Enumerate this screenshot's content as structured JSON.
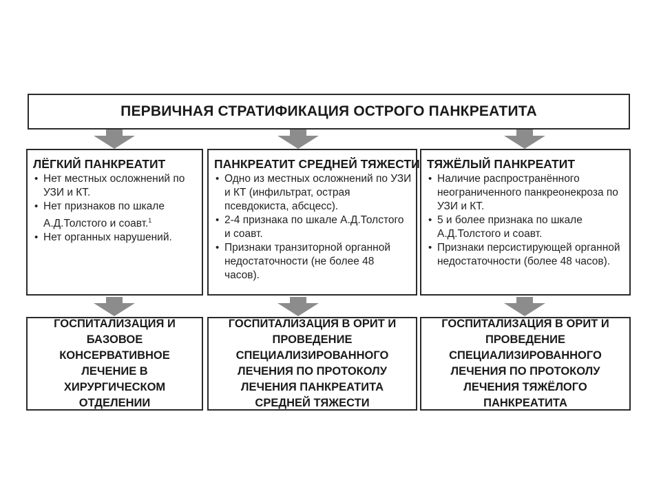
{
  "title": "ПЕРВИЧНАЯ СТРАТИФИКАЦИЯ ОСТРОГО ПАНКРЕАТИТА",
  "columns": [
    {
      "heading": "ЛЁГКИЙ ПАНКРЕАТИТ",
      "items": [
        "Нет местных осложнений по УЗИ и КТ.",
        "Нет признаков по шкале А.Д.Толстого и соавт.",
        "Нет органных нарушений."
      ],
      "footnote_mark": "1"
    },
    {
      "heading": "ПАНКРЕАТИТ СРЕДНЕЙ ТЯЖЕСТИ",
      "items": [
        "Одно из местных осложнений по УЗИ и КТ (инфильтрат, острая псевдокиста, абсцесс).",
        "2-4 признака по шкале А.Д.Толстого и соавт.",
        "Признаки транзиторной органной недостаточности (не более 48 часов)."
      ]
    },
    {
      "heading": "ТЯЖЁЛЫЙ ПАНКРЕАТИТ",
      "items": [
        "Наличие распространённого неограниченного панкреонекроза по УЗИ и КТ.",
        "5 и более признака по шкале А.Д.Толстого и соавт.",
        "Признаки персистирующей органной недостаточности (более 48 часов)."
      ]
    }
  ],
  "outcomes": [
    "ГОСПИТАЛИЗАЦИЯ И БАЗОВОЕ КОНСЕРВАТИВНОЕ ЛЕЧЕНИЕ В ХИРУРГИЧЕСКОМ ОТДЕЛЕНИИ",
    "ГОСПИТАЛИЗАЦИЯ В ОРИТ И ПРОВЕДЕНИЕ СПЕЦИАЛИЗИРОВАННОГО ЛЕЧЕНИЯ ПО ПРОТОКОЛУ ЛЕЧЕНИЯ ПАНКРЕАТИТА СРЕДНЕЙ ТЯЖЕСТИ",
    "ГОСПИТАЛИЗАЦИЯ В ОРИТ И ПРОВЕДЕНИЕ СПЕЦИАЛИЗИРОВАННОГО ЛЕЧЕНИЯ ПО ПРОТОКОЛУ ЛЕЧЕНИЯ ТЯЖЁЛОГО ПАНКРЕАТИТА"
  ],
  "colors": {
    "border": "#2a2a2a",
    "arrow": "#8c8c8c",
    "text": "#1a1a1a"
  }
}
